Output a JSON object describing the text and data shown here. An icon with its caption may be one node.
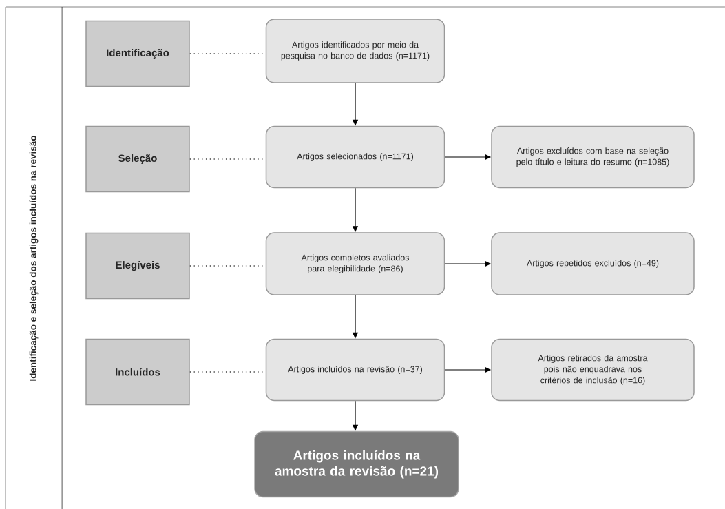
{
  "diagram": {
    "nodes": [
      {
        "text": [
          "Identificação"
        ]
      },
      {
        "text": [
          "Artigos identificados por meio da pesquisa no banco de dados (n=1171)"
        ]
      },
      {
        "text": [
          "Seleção"
        ]
      },
      {
        "text": [
          "Artigos selecionados (n=1171)"
        ]
      },
      {
        "text": [
          "Artigos excluídos com base na seleção pelo título e leitura do resumo (n=1085)"
        ]
      },
      {
        "text": [
          "Elegíveis"
        ]
      },
      {
        "text": [
          "Artigos completos avaliados para elegibilidade (n=86)"
        ]
      },
      {
        "text": [
          "Artigos repetidos excluídos (n=49)"
        ]
      },
      {
        "text": [
          "Incluídos"
        ]
      },
      {
        "text": [
          "Artigos incluídos na revisão (n=37)"
        ]
      },
      {
        "text": [
          "Artigos retirados da amostra pois não enquadrava nos critérios de inclusão (n=16)"
        ]
      },
      {
        "text": [
          "Artigos incluídos na amostra da revisão (n=21)"
        ]
      }
    ],
    "edges": [
      {
        "from": 0,
        "to": 1,
        "arrow": "none",
        "style": "dashed"
      },
      {
        "from": 1,
        "to": 3,
        "arrow": "to"
      },
      {
        "from": 2,
        "to": 3,
        "arrow": "none",
        "style": "dashed"
      },
      {
        "from": 3,
        "to": 4,
        "arrow": "to"
      },
      {
        "from": 3,
        "to": 6,
        "arrow": "to"
      },
      {
        "from": 5,
        "to": 6,
        "arrow": "none",
        "style": "dashed"
      },
      {
        "from": 6,
        "to": 7,
        "arrow": "to"
      },
      {
        "from": 6,
        "to": 9,
        "arrow": "to"
      },
      {
        "from": 8,
        "to": 9,
        "arrow": "none",
        "style": "dashed"
      },
      {
        "from": 9,
        "to": 10,
        "arrow": "to"
      },
      {
        "from": 9,
        "to": 11,
        "arrow": "to"
      }
    ],
    "labels": [
      "Identificação e seleção dos artigos incluídos na revisão"
    ]
  }
}
